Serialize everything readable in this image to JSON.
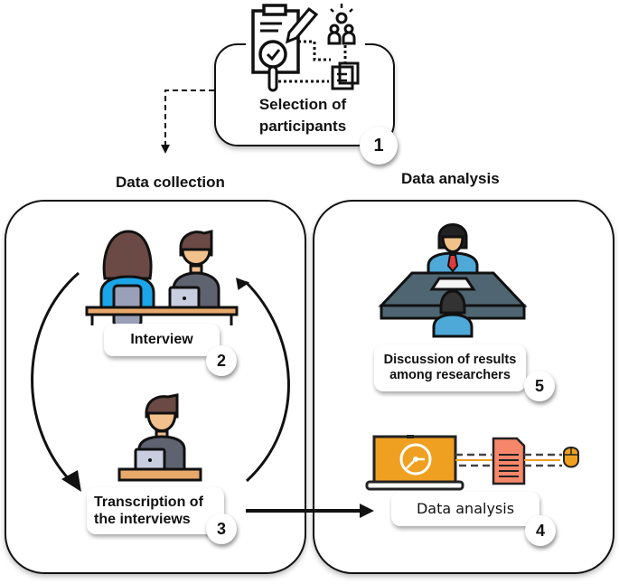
{
  "steps": {
    "selection": {
      "label": "Selection of participants",
      "line1": "Selection of",
      "line2": "participants",
      "number": "1",
      "icon": "clipboard-search-people-icon"
    },
    "interview": {
      "label": "Interview",
      "number": "2",
      "icon": "interview-people-icon"
    },
    "transcription": {
      "label": "Transcription of the interviews",
      "line1": "Transcription of",
      "line2": "the interviews",
      "number": "3",
      "icon": "person-laptop-icon"
    },
    "analysis": {
      "label": "Data analysis",
      "number": "4",
      "icon": "laptop-document-mouse-icon"
    },
    "discussion": {
      "label": "Discussion of results among researchers",
      "line1": "Discussion of results",
      "line2": "among researchers",
      "number": "5",
      "icon": "meeting-table-icon"
    }
  },
  "sections": {
    "collection": {
      "title": "Data collection"
    },
    "analysis": {
      "title": "Data analysis"
    }
  },
  "colors": {
    "outline": "#111111",
    "skin": "#f2c08b",
    "hair": "#6b4a45",
    "blue_shirt": "#1aa6e8",
    "grey_shirt": "#5f6370",
    "laptop": "#c9cde0",
    "desk": "#e8a86a",
    "table": "#4f6672",
    "orange": "#f0a020",
    "doc": "#f7876b",
    "tie": "#e23a3a"
  }
}
